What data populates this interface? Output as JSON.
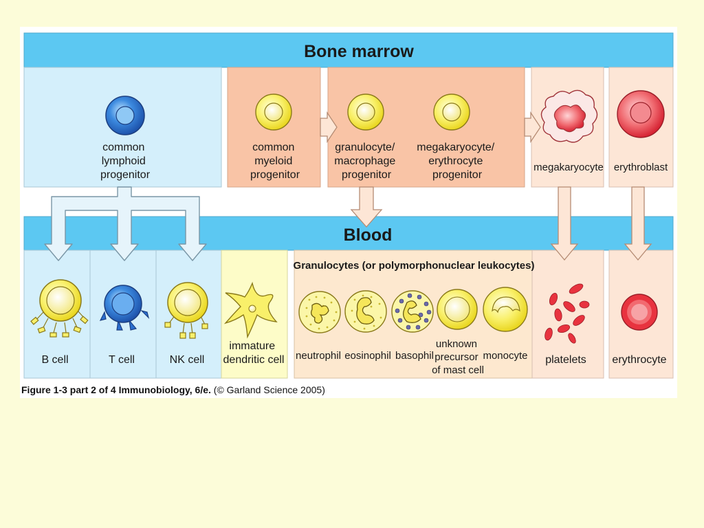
{
  "figure": {
    "bone_marrow_title": "Bone marrow",
    "blood_title": "Blood",
    "caption_bold": "Figure 1-3 part 2 of 4  Immunobiology, 6/e.",
    "caption_rest": " (© Garland Science 2005)"
  },
  "bone_marrow": {
    "common_lymphoid_progenitor": [
      "common",
      "lymphoid",
      "progenitor"
    ],
    "common_myeloid_progenitor": [
      "common",
      "myeloid",
      "progenitor"
    ],
    "granulocyte_macrophage_progenitor": [
      "granulocyte/",
      "macrophage",
      "progenitor"
    ],
    "megakaryocyte_erythrocyte_progenitor": [
      "megakaryocyte/",
      "erythrocyte",
      "progenitor"
    ],
    "megakaryocyte": "megakaryocyte",
    "erythroblast": "erythroblast"
  },
  "blood": {
    "b_cell": "B cell",
    "t_cell": "T cell",
    "nk_cell": "NK cell",
    "immature_dendritic_cell": [
      "immature",
      "dendritic cell"
    ],
    "granulocytes_heading": "Granulocytes (or polymorphonuclear leukocytes)",
    "neutrophil": "neutrophil",
    "eosinophil": "eosinophil",
    "basophil": "basophil",
    "mast_cell_precursor": [
      "unknown",
      "precursor",
      "of mast cell"
    ],
    "monocyte": "monocyte",
    "platelets": "platelets",
    "erythrocyte": "erythrocyte"
  },
  "colors": {
    "page_bg": "#fcfcd9",
    "band_blue": "#5cc8f2",
    "lymphoid_panel": "#d4effb",
    "myeloid_panel": "#f9c4a6",
    "pale_peach_panel": "#fde6d6",
    "dendritic_panel": "#fdfcc8",
    "granulocyte_panel": "#fde8cf",
    "cell_yellow": "#f9f06a",
    "cell_blue": "#2a6fd0",
    "cell_red": "#e8333f"
  }
}
